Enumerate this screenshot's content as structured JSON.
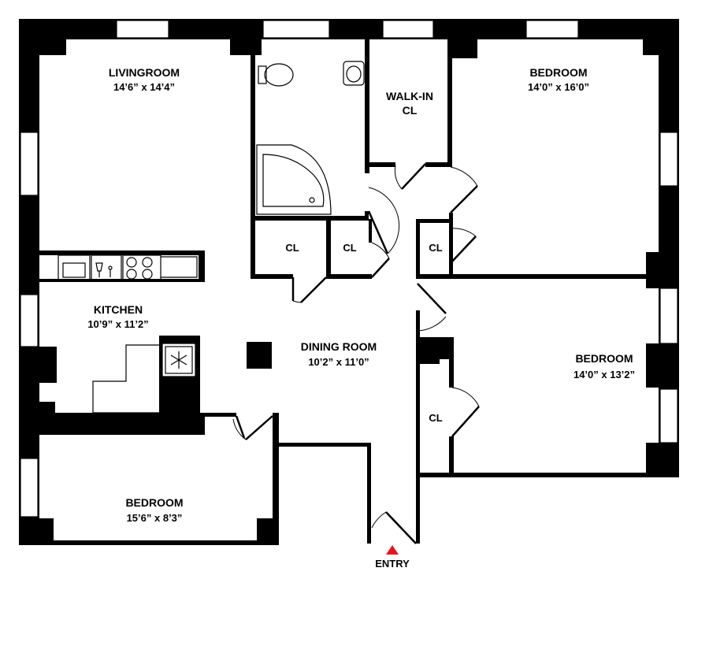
{
  "rooms": {
    "living": {
      "name": "LIVINGROOM",
      "dims": "14’6” x 14’4”"
    },
    "bedroom_ne": {
      "name": "BEDROOM",
      "dims": "14’0” x 16’0”"
    },
    "walkin": {
      "line1": "WALK-IN",
      "line2": "CL"
    },
    "kitchen": {
      "name": "KITCHEN",
      "dims": "10’9” x 11’2”"
    },
    "dining": {
      "name": "DINING ROOM",
      "dims": "10’2” x 11’0”"
    },
    "bedroom_e": {
      "name": "BEDROOM",
      "dims": "14’0” x 13’2”"
    },
    "bedroom_sw": {
      "name": "BEDROOM",
      "dims": "15’6” x 8’3”"
    }
  },
  "closets": {
    "c1": "CL",
    "c2": "CL",
    "c3": "CL",
    "c4": "CL"
  },
  "entry": {
    "label": "ENTRY",
    "marker_color": "#e8141c"
  },
  "colors": {
    "wall": "#000000",
    "background": "#ffffff"
  },
  "fixtures": [
    "toilet",
    "sink",
    "bathtub",
    "kitchen-sink",
    "dishwasher",
    "stove",
    "refrigerator"
  ]
}
